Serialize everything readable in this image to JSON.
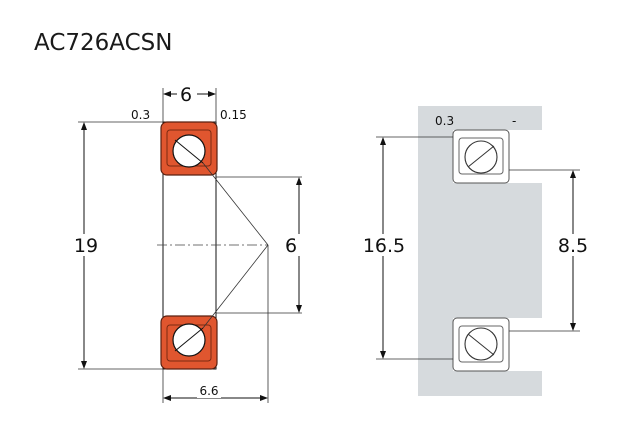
{
  "title": "AC726ACSN",
  "left_view": {
    "width_top": "6",
    "chamfer_left": "0.3",
    "chamfer_right": "0.15",
    "outer_diameter": "19",
    "inner_diameter": "6",
    "load_center": "6.6"
  },
  "right_view": {
    "chamfer_left": "0.3",
    "chamfer_right": "-",
    "housing_diameter": "16.5",
    "shaft_diameter": "8.5"
  },
  "colors": {
    "bearing_ring": "#e0562f",
    "ring_outline": "#5a2010",
    "housing_fill": "#d6dadd",
    "line": "#111111"
  }
}
